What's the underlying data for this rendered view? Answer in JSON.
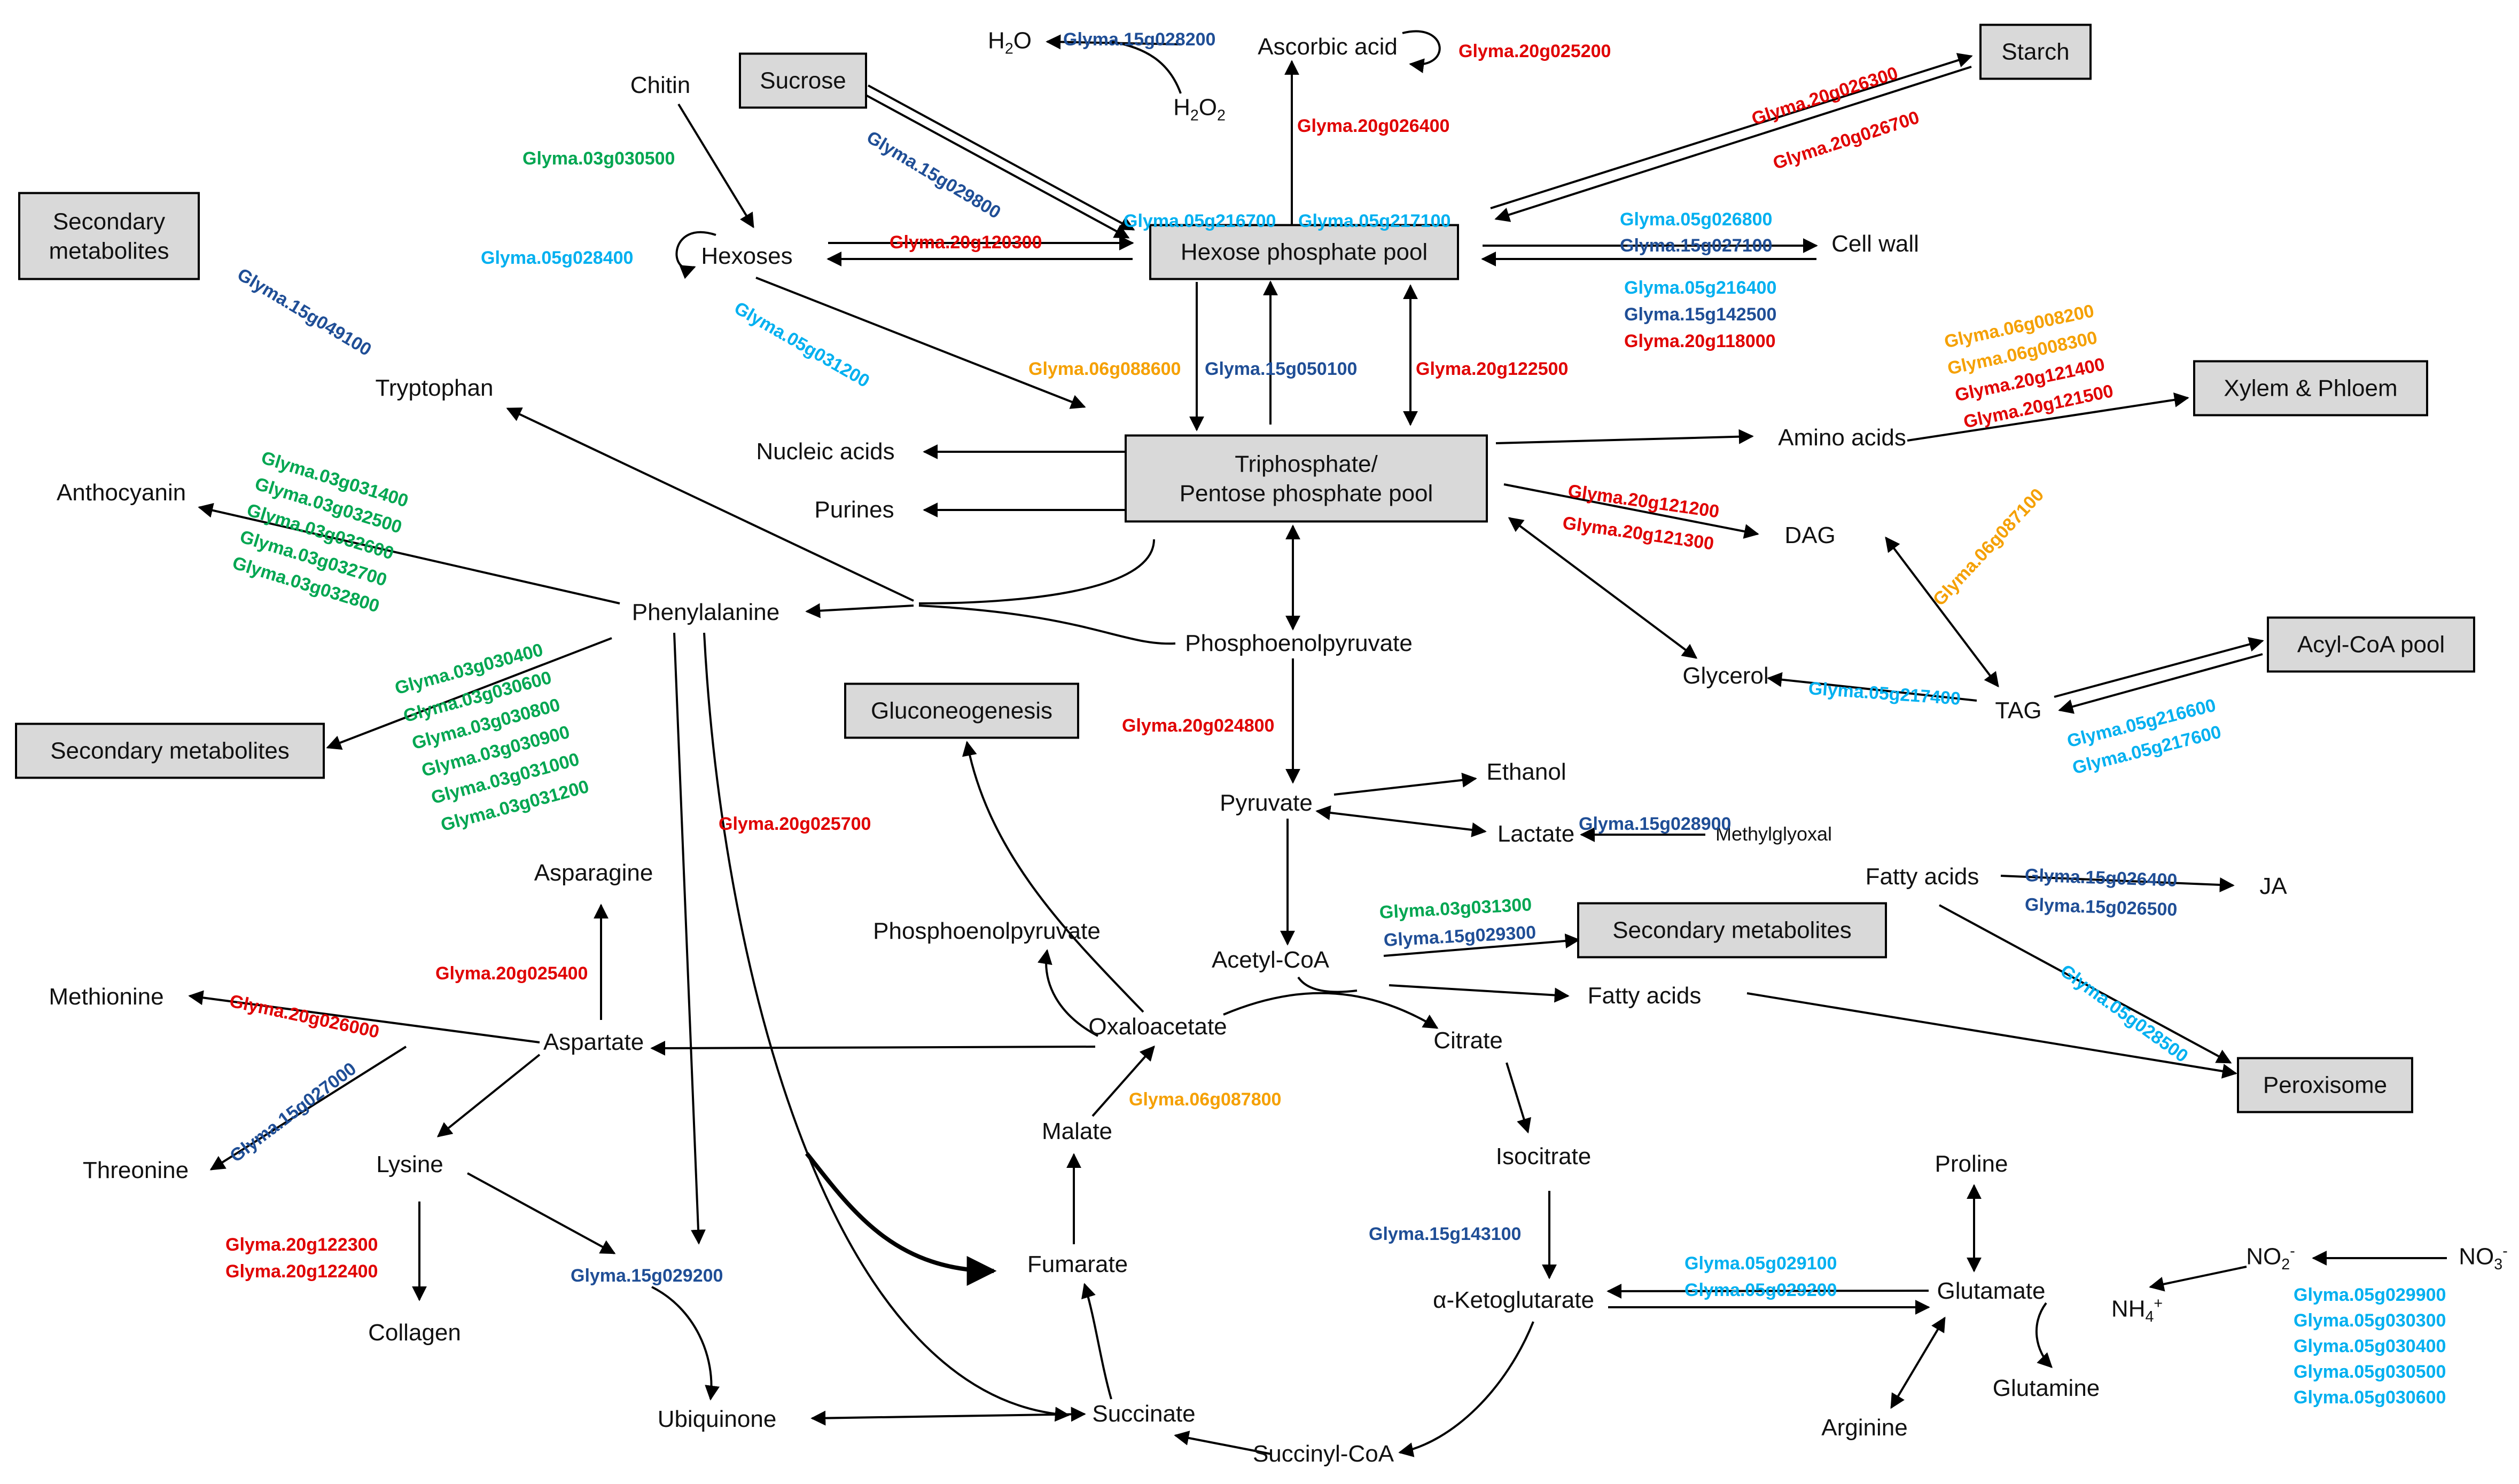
{
  "colors": {
    "red": "#e00000",
    "green": "#00a651",
    "orange": "#f5a000",
    "navy": "#1f4e96",
    "cyan": "#00b0f0",
    "box_fill": "#d9d9d9"
  },
  "boxes": {
    "sucrose": "Sucrose",
    "starch": "Starch",
    "hexose_pool": "Hexose phosphate pool",
    "triose_pool": "Triphosphate/\nPentose phosphate pool",
    "secondary_metabolites_top": "Secondary\nmetabolites",
    "secondary_metabolites_left": "Secondary metabolites",
    "secondary_metabolites_mid": "Secondary metabolites",
    "xylem_phloem": "Xylem & Phloem",
    "acyl_coa_pool": "Acyl-CoA pool",
    "gluconeogenesis": "Gluconeogenesis",
    "peroxisome": "Peroxisome"
  },
  "metabolites": {
    "h2o": "H",
    "h2o_sub": "2",
    "h2o_tail": "O",
    "h2o2": "H",
    "h2o2_sub1": "2",
    "h2o2_mid": "O",
    "h2o2_sub2": "2",
    "ascorbic_acid": "Ascorbic acid",
    "chitin": "Chitin",
    "hexoses": "Hexoses",
    "cell_wall": "Cell wall",
    "tryptophan": "Tryptophan",
    "nucleic_acids": "Nucleic acids",
    "purines": "Purines",
    "amino_acids": "Amino acids",
    "anthocyanin": "Anthocyanin",
    "dag": "DAG",
    "phenylalanine": "Phenylalanine",
    "phosphoenolpyruvate_top": "Phosphoenolpyruvate",
    "glycerol": "Glycerol",
    "tag": "TAG",
    "ethanol": "Ethanol",
    "pyruvate": "Pyruvate",
    "lactate": "Lactate",
    "methylglyoxal": "Methylglyoxal",
    "asparagine": "Asparagine",
    "fatty_acids_right": "Fatty acids",
    "ja": "JA",
    "phosphoenolpyruvate_mid": "Phosphoenolpyruvate",
    "acetyl_coa": "Acetyl-CoA",
    "fatty_acids_mid": "Fatty acids",
    "methionine": "Methionine",
    "aspartate": "Aspartate",
    "oxaloacetate": "Oxaloacetate",
    "citrate": "Citrate",
    "malate": "Malate",
    "threonine": "Threonine",
    "lysine": "Lysine",
    "isocitrate": "Isocitrate",
    "proline": "Proline",
    "fumarate": "Fumarate",
    "no2": "NO",
    "no2_sub": "2",
    "no2_sup": "-",
    "no3": "NO",
    "no3_sub": "3",
    "no3_sup": "-",
    "alpha_ketoglutarate": "α-Ketoglutarate",
    "glutamate": "Glutamate",
    "nh4": "NH",
    "nh4_sub": "4",
    "nh4_sup": "+",
    "collagen": "Collagen",
    "glutamine": "Glutamine",
    "ubiquinone": "Ubiquinone",
    "succinate": "Succinate",
    "arginine": "Arginine",
    "succinyl_coa": "Succinyl-CoA"
  },
  "genes": {
    "g15g028200": "Glyma.15g028200",
    "g20g025200": "Glyma.20g025200",
    "g20g026400": "Glyma.20g026400",
    "g20g026300": "Glyma.20g026300",
    "g20g026700": "Glyma.20g026700",
    "g03g030500": "Glyma.03g030500",
    "g15g029800": "Glyma.15g029800",
    "g05g216700": "Glyma.05g216700",
    "g05g217100": "Glyma.05g217100",
    "g05g028400": "Glyma.05g028400",
    "g20g120300": "Glyma.20g120300",
    "g05g026800": "Glyma.05g026800",
    "g15g027100": "Glyma.15g027100",
    "g05g216400": "Glyma.05g216400",
    "g15g142500": "Glyma.15g142500",
    "g20g118000": "Glyma.20g118000",
    "g15g049100": "Glyma.15g049100",
    "g05g031200": "Glyma.05g031200",
    "g06g088600": "Glyma.06g088600",
    "g15g050100": "Glyma.15g050100",
    "g20g122500": "Glyma.20g122500",
    "g06g008200": "Glyma.06g008200",
    "g06g008300": "Glyma.06g008300",
    "g20g121400": "Glyma.20g121400",
    "g20g121500": "Glyma.20g121500",
    "g03g031400": "Glyma.03g031400",
    "g03g032500": "Glyma.03g032500",
    "g03g032600": "Glyma.03g032600",
    "g03g032700": "Glyma.03g032700",
    "g03g032800": "Glyma.03g032800",
    "g20g121200": "Glyma.20g121200",
    "g20g121300": "Glyma.20g121300",
    "g06g087100": "Glyma.06g087100",
    "g03g030400": "Glyma.03g030400",
    "g03g030600": "Glyma.03g030600",
    "g03g030800": "Glyma.03g030800",
    "g03g030900": "Glyma.03g030900",
    "g03g031000": "Glyma.03g031000",
    "g03g031200": "Glyma.03g031200",
    "g05g217400": "Glyma.05g217400",
    "g05g216600": "Glyma.05g216600",
    "g05g217600": "Glyma.05g217600",
    "g20g024800": "Glyma.20g024800",
    "g20g025700": "Glyma.20g025700",
    "g15g028900": "Glyma.15g028900",
    "g15g026400": "Glyma.15g026400",
    "g15g026500": "Glyma.15g026500",
    "g03g031300": "Glyma.03g031300",
    "g15g029300": "Glyma.15g029300",
    "g20g025400": "Glyma.20g025400",
    "g20g026000": "Glyma.20g026000",
    "g05g028500": "Glyma.05g028500",
    "g15g027000": "Glyma.15g027000",
    "g06g087800": "Glyma.06g087800",
    "g20g122300": "Glyma.20g122300",
    "g20g122400": "Glyma.20g122400",
    "g15g029200": "Glyma.15g029200",
    "g15g143100": "Glyma.15g143100",
    "g05g029100": "Glyma.05g029100",
    "g05g029200": "Glyma.05g029200",
    "g05g029900": "Glyma.05g029900",
    "g05g030300": "Glyma.05g030300",
    "g05g030400": "Glyma.05g030400",
    "g05g030500": "Glyma.05g030500",
    "g05g030600": "Glyma.05g030600"
  }
}
